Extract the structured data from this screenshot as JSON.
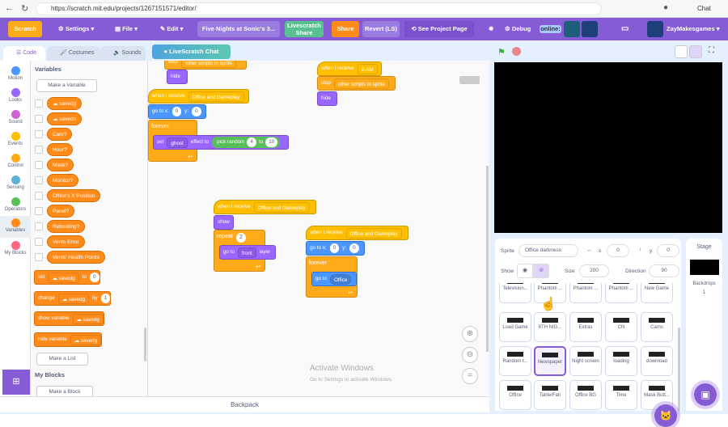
{
  "browser": {
    "url": "https://scratch.mit.edu/projects/1267151571/editor/",
    "chat": "Chat"
  },
  "menubar": {
    "logo": "Scratch",
    "settings": "Settings",
    "file": "File",
    "edit": "Edit",
    "project_title": "Five Nights at Sonic's 3...",
    "livescratch_share": "Livescratch Share",
    "share": "Share",
    "revert": "Revert (LS)",
    "see_project": "See Project Page",
    "debug": "Debug",
    "online": "online:",
    "username": "ZayMakesgames"
  },
  "tabs": {
    "code": "Code",
    "costumes": "Costumes",
    "sounds": "Sounds",
    "livescratch_chat": "LiveScratch Chat"
  },
  "categories": [
    "Motion",
    "Looks",
    "Sound",
    "Events",
    "Control",
    "Sensing",
    "Operators",
    "Variables",
    "My Blocks"
  ],
  "category_colors": [
    "#4c97ff",
    "#9966ff",
    "#cf63cf",
    "#ffbf00",
    "#ffab19",
    "#5cb1d6",
    "#59c059",
    "#ff8c1a",
    "#ff6680"
  ],
  "palette": {
    "heading": "Variables",
    "make_variable": "Make a Variable",
    "variables": [
      "☁ savedg",
      "☁ savedn",
      "Cam?",
      "Hour?",
      "Mask?",
      "Monitor?",
      "Office's X Position",
      "Panel?",
      "Rebooting?",
      "Vents Error",
      "Vents' Health Points"
    ],
    "set": {
      "a": "set",
      "var": "☁ savedg",
      "b": "to",
      "v": "0"
    },
    "change": {
      "a": "change",
      "var": "☁ savedg",
      "b": "by",
      "v": "1"
    },
    "show": {
      "a": "show variable",
      "var": "☁ savedg"
    },
    "hide": {
      "a": "hide variable",
      "var": "☁ savedg"
    },
    "make_list": "Make a List",
    "my_blocks": "My Blocks",
    "make_block": "Make a Block"
  },
  "scripts": {
    "s1": {
      "stop": "stop",
      "stop_opt": "other scripts in sprite",
      "hide": "hide"
    },
    "s2": {
      "when": "when I receive",
      "msg": "Office and Gameplay",
      "goto": "go to x:",
      "x": "0",
      "y_lbl": "y:",
      "y": "0",
      "forever": "forever",
      "set": "set",
      "effect": "ghost",
      "effect_to": "effect to",
      "pick": "pick random",
      "from": "4",
      "to": "to",
      "toval": "10"
    },
    "s3": {
      "when": "when I receive",
      "msg": "8-AM",
      "stop": "stop",
      "stop_opt": "other scripts in sprite",
      "hide": "hide"
    },
    "s4": {
      "when": "when I receive",
      "msg": "Office and Gameplay",
      "show": "show",
      "repeat": "repeat",
      "n": "2",
      "goto": "go to",
      "layer_opt": "front",
      "layer": "layer"
    },
    "s5": {
      "when": "when I receive",
      "msg": "Office and Gameplay",
      "goto": "go to x:",
      "x": "0",
      "y_lbl": "y:",
      "y": "0",
      "forever": "forever",
      "goto2": "go to",
      "target": "Office"
    }
  },
  "backpack": "Backpack",
  "sprite_info": {
    "sprite_label": "Sprite",
    "sprite_name": "Office darkness",
    "x_label": "x",
    "x": "0",
    "y_label": "y",
    "y": "0",
    "show_label": "Show",
    "size_label": "Size",
    "size": "200",
    "direction_label": "Direction",
    "direction": "90"
  },
  "sprites": [
    "Television...",
    "Phantom ...",
    "Phantom ...",
    "Phantom ...",
    "New Game",
    "Load Game",
    "6TH NIG...",
    "Extras",
    "CN",
    "Cams",
    "Random t...",
    "Newspaper",
    "Night screen",
    "loading",
    "download",
    "Office",
    "Table/Fan",
    "Office BG",
    "Time",
    "Mask Butt..."
  ],
  "stage_panel": {
    "title": "Stage",
    "backdrops_label": "Backdrops",
    "backdrops": "1"
  },
  "watermark": {
    "line1": "Activate Windows",
    "line2": "Go to Settings to activate Windows."
  }
}
